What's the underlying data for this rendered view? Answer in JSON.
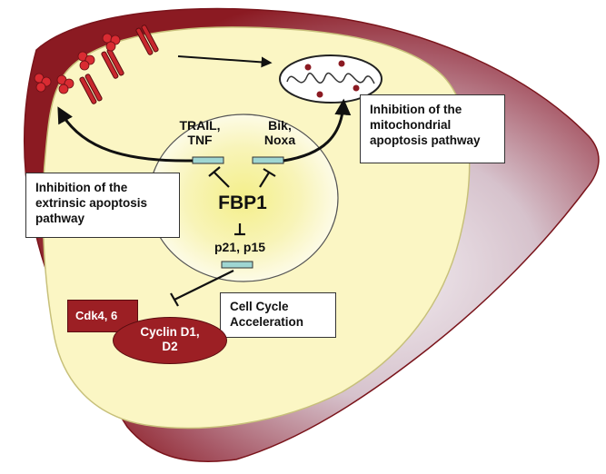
{
  "labels": {
    "trail_tnf": [
      "TRAIL,",
      "TNF"
    ],
    "bik_noxa": [
      "Bik,",
      "Noxa"
    ],
    "fbp1": "FBP1",
    "p21_p15": "p21, p15",
    "cdk": "Cdk4, 6",
    "cyclin": [
      "Cyclin D1,",
      "D2"
    ]
  },
  "boxes": {
    "mito": [
      "Inhibition of the",
      "mitochondrial",
      "apoptosis pathway"
    ],
    "extrinsic": [
      "Inhibition of the",
      "extrinsic apoptosis",
      "pathway"
    ],
    "cellcycle": [
      "Cell Cycle",
      "Acceleration"
    ]
  },
  "colors": {
    "liver_outer": "#8b1a22",
    "liver_inner": "#ddc8d0",
    "cell": "#fbf6c4",
    "nucleus": "#fdfbe6",
    "nucleus_glow": "#f6f29a",
    "gene_bar": "#9fd6d2",
    "dark_red": "#9c1f24"
  }
}
